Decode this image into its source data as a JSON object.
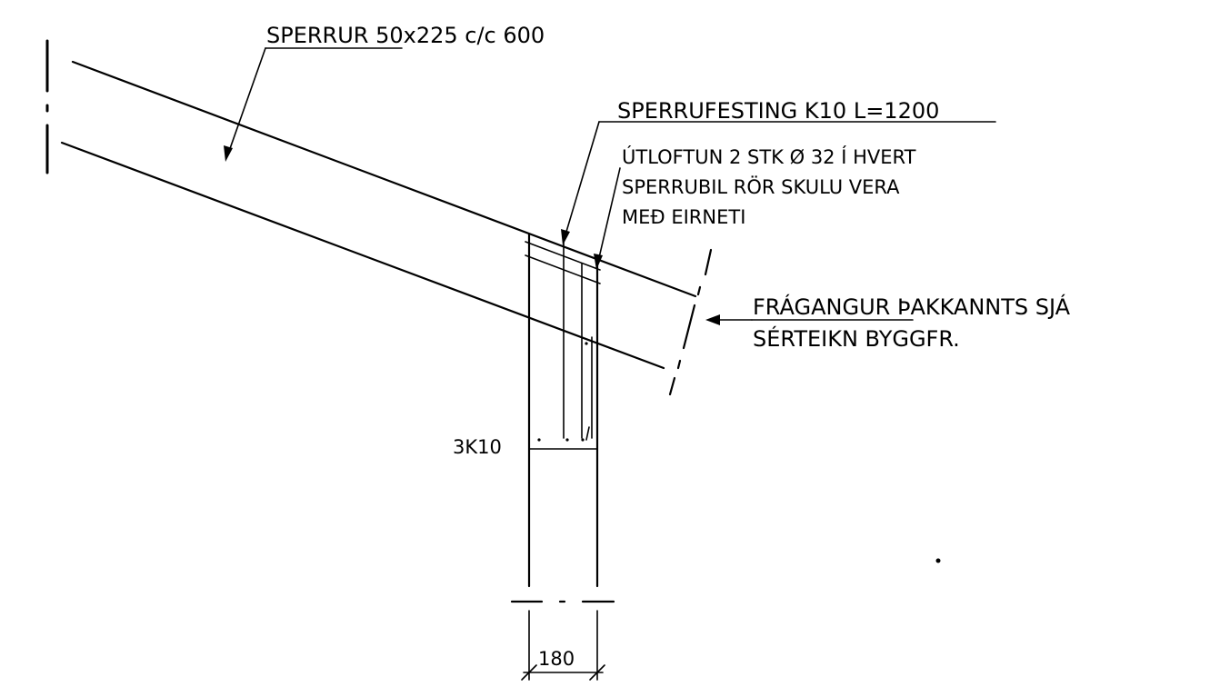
{
  "labels": {
    "rafter": "SPERRUR 50x225 c/c 600",
    "rafter_fixing": "SPERRUFESTING K10 L=1200",
    "ventilation_line1": "ÚTLOFTUN 2 STK Ø 32 Í HVERT",
    "ventilation_line2": "SPERRUBIL RÖR SKULU VERA",
    "ventilation_line3": "MEÐ EIRNETI",
    "eaves_line1": "FRÁGANGUR ÞAKKANNTS SJÁ",
    "eaves_line2": "SÉRTEIKN BYGGFR.",
    "rebar": "3K10",
    "wall_thickness": "180"
  }
}
